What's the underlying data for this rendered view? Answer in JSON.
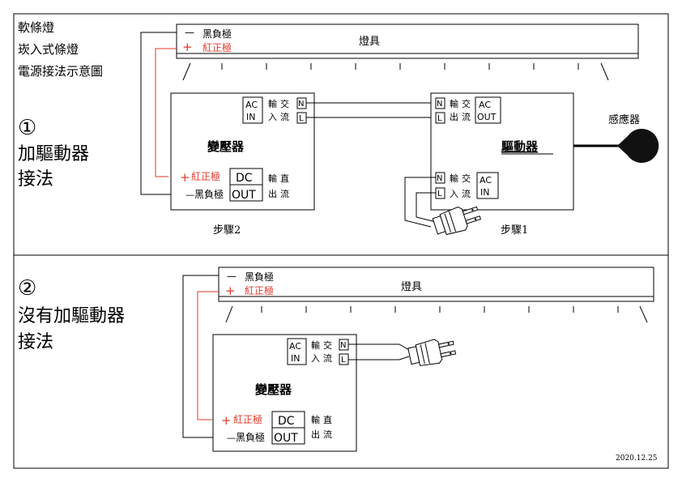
{
  "colors": {
    "line": "#000000",
    "red": "#e0392b",
    "sensor": "#111111"
  },
  "title_lines": [
    "軟條燈",
    "崁入式條燈",
    "電源接法示意圖"
  ],
  "section1": {
    "num": "①",
    "lines": [
      "加驅動器",
      "接法"
    ]
  },
  "section2": {
    "num": "②",
    "lines": [
      "沒有加驅動器",
      "接法"
    ]
  },
  "lamp_label": "燈具",
  "neg_label": "黑負極",
  "pos_label": "紅正極",
  "minus_sign": "—",
  "plus_sign": "+",
  "transformer_label": "變壓器",
  "driver_label": "驅動器",
  "sensor_label": "感應器",
  "ac": "AC",
  "in": "IN",
  "out": "OUT",
  "dc": "DC",
  "n": "N",
  "l": "L",
  "shu": "輸",
  "jiao": "交",
  "zhi": "直",
  "ru": "入",
  "liu": "流",
  "chu": "出",
  "step1": "步驟1",
  "step2": "步驟2",
  "date": "2020.12.25",
  "icons": [
    "plug-icon",
    "sensor-icon"
  ]
}
